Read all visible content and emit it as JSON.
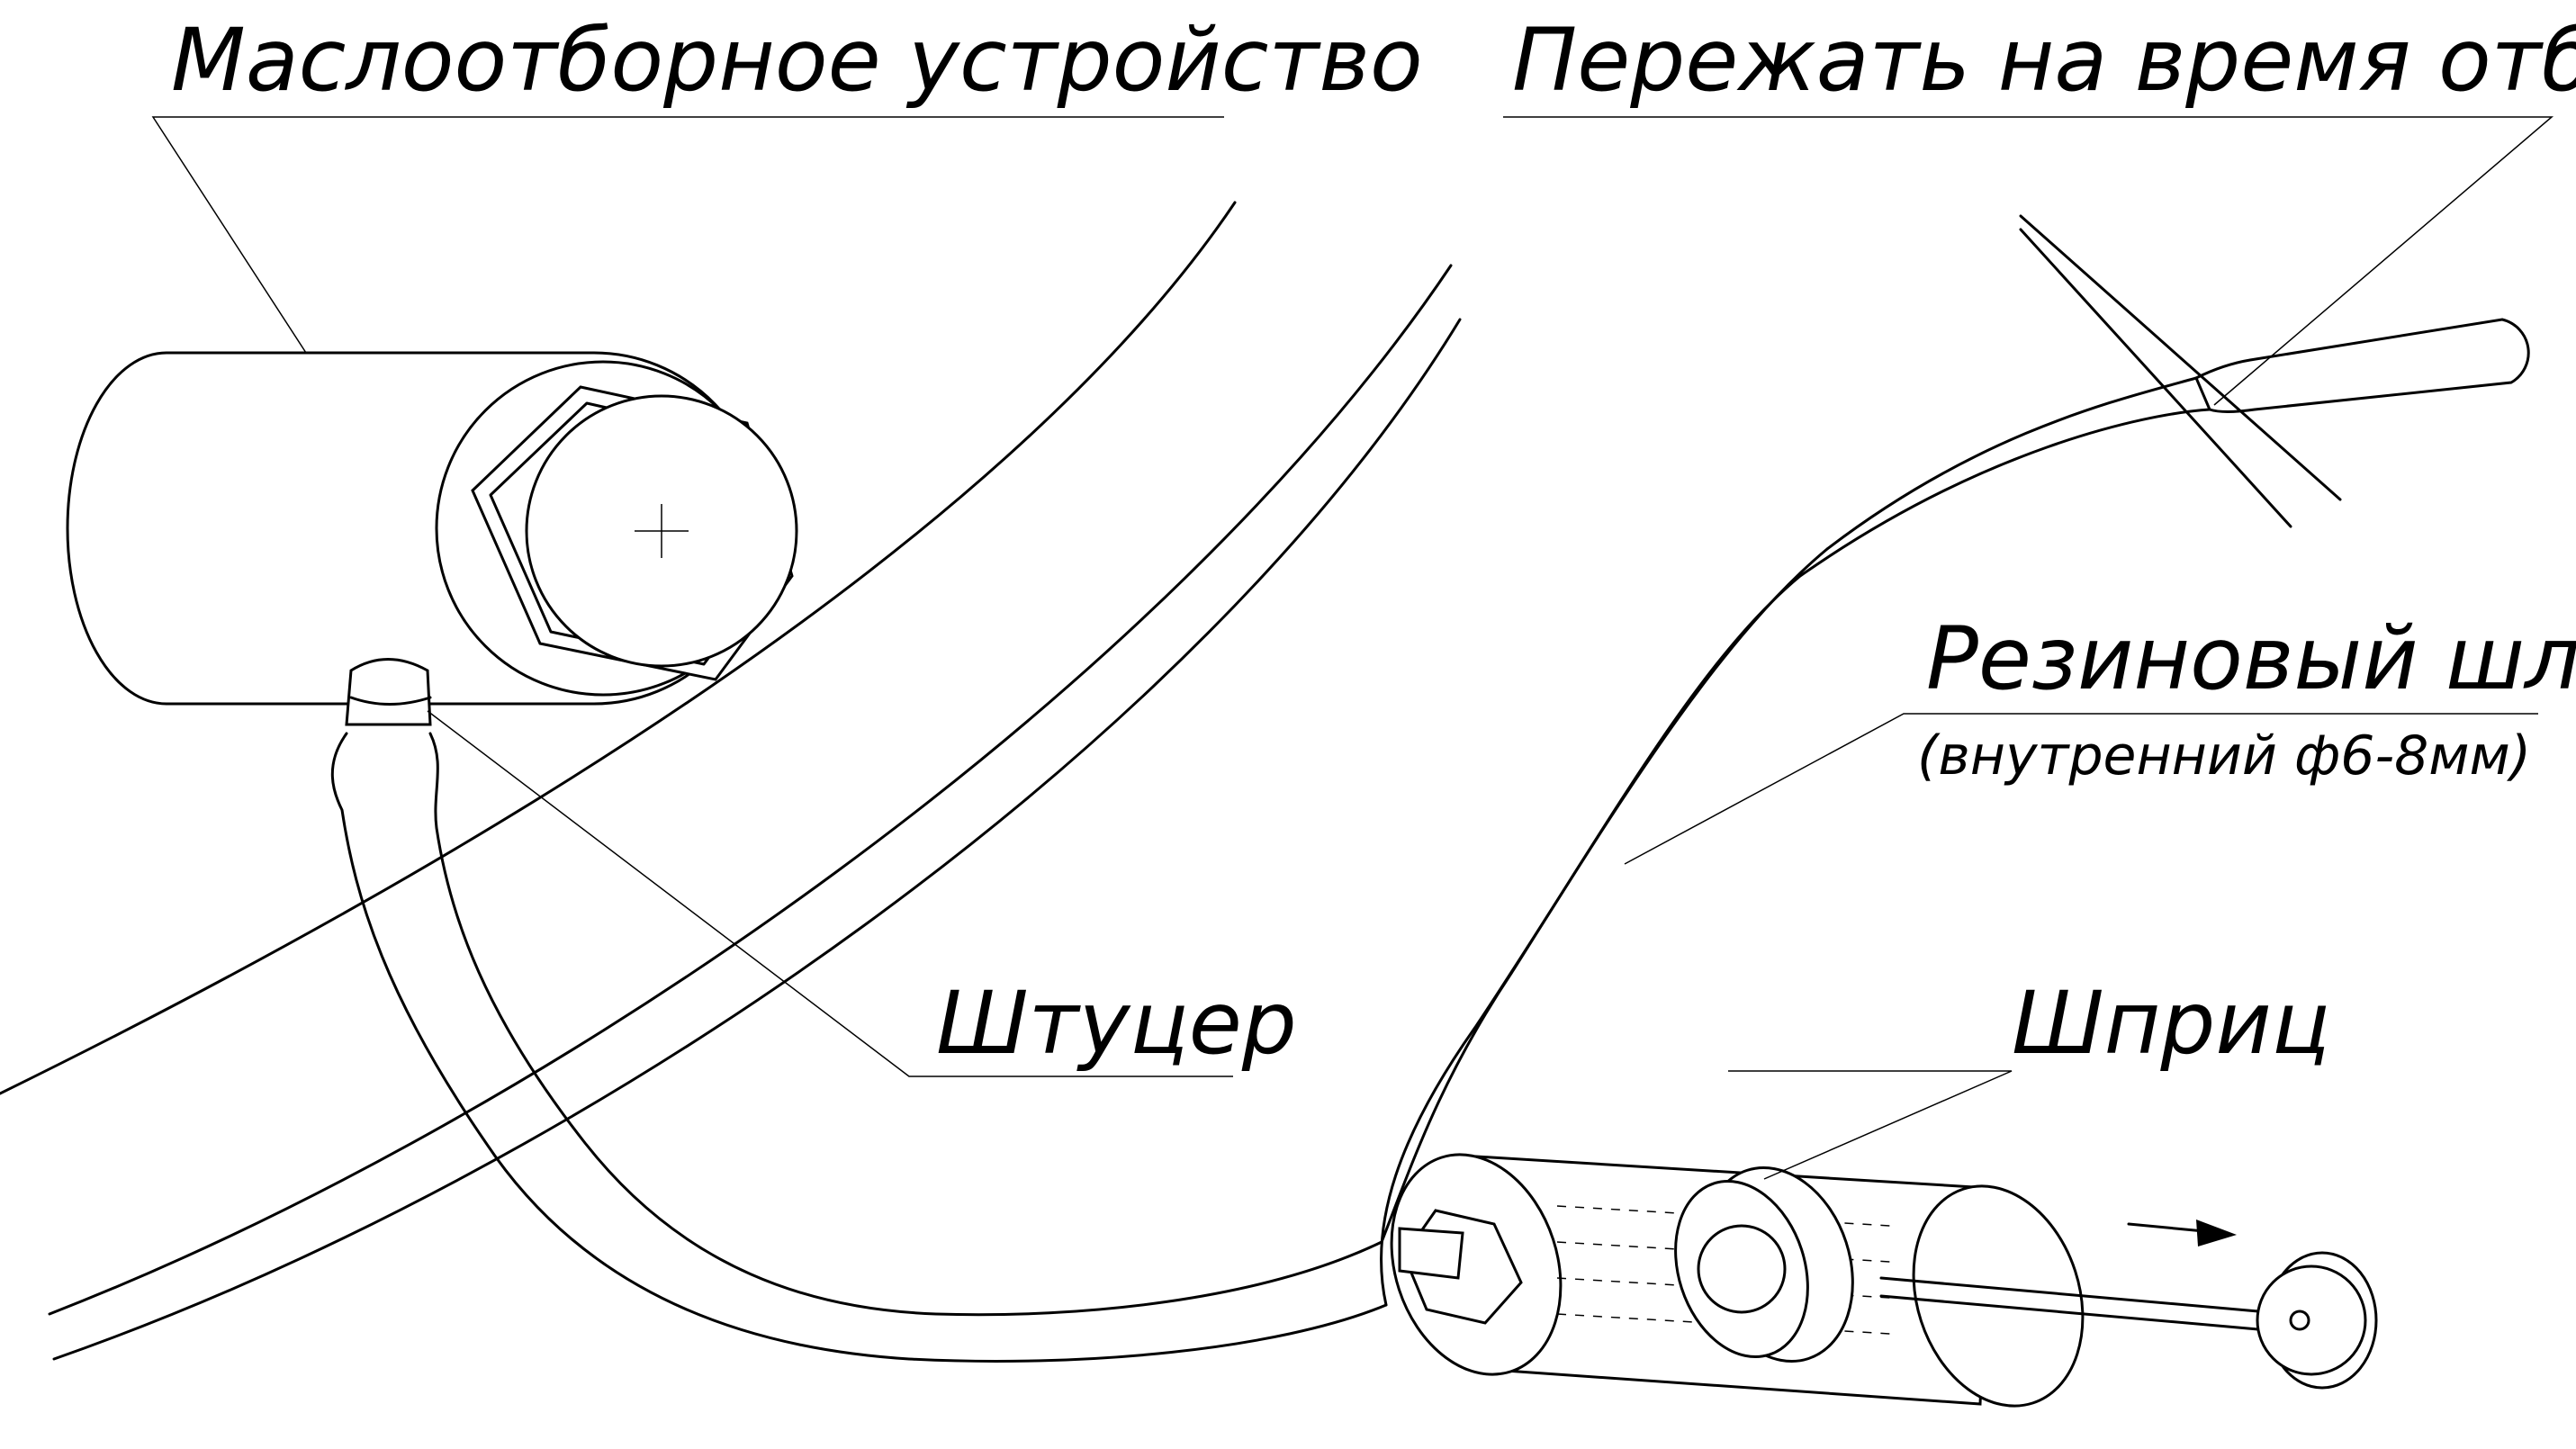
{
  "labels": {
    "oil_device": "Маслоотборное устройство",
    "clamp": "Пережать на время отбора",
    "hose": "Резиновый шланг",
    "hose_spec": "(внутренний ф6-8мм)",
    "fitting": "Штуцер",
    "syringe": "Шприц"
  },
  "colors": {
    "line": "#000000",
    "background": "#ffffff"
  }
}
